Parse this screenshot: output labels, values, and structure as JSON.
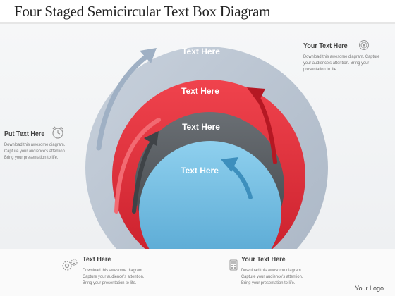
{
  "title": "Four Staged Semicircular Text Box Diagram",
  "rings": [
    {
      "label": "Text Here",
      "color": "#b8c3d1"
    },
    {
      "label": "Text Here",
      "color": "#e8333f"
    },
    {
      "label": "Text Here",
      "color": "#5c6166"
    },
    {
      "label": "Text Here",
      "color": "#6fb8db"
    }
  ],
  "callouts": {
    "top_right": {
      "heading": "Your Text Here",
      "body": [
        "Download this awesome diagram. Capture",
        "your audience's attention. Bring your",
        "presentation to life."
      ]
    },
    "left": {
      "heading": "Put Text Here",
      "body": [
        "Download this awesome diagram.",
        "Capture your audience's attention.",
        "Bring your presentation to life."
      ]
    },
    "bottom_left": {
      "heading": "Text Here",
      "body": [
        "Download this awesome diagram.",
        "Capture your audience's attention.",
        "Bring your presentation to life."
      ]
    },
    "bottom_right": {
      "heading": "Your Text Here",
      "body": [
        "Download this awesome diagram.",
        "Capture your audience's attention.",
        "Bring your presentation to life."
      ]
    }
  },
  "icons": {
    "top_right": "target-icon",
    "left": "alarm-clock-icon",
    "bottom_left": "gears-icon",
    "bottom_right": "calculator-icon"
  },
  "logo": "Your Logo"
}
